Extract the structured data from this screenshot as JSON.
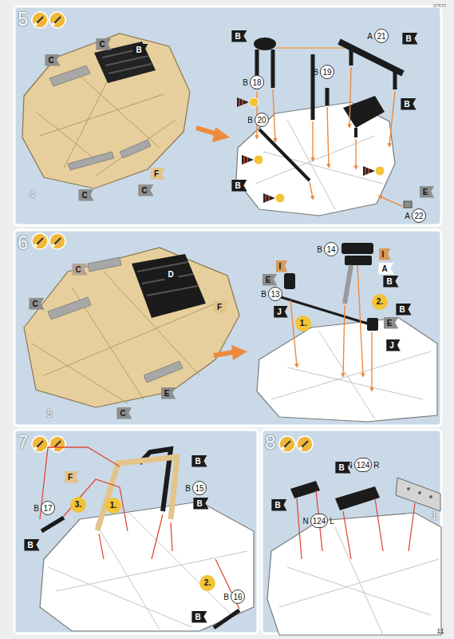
{
  "diagram": {
    "nodes": [
      {
        "text": [
          "5"
        ]
      },
      {
        "text": [
          "B",
          "18"
        ],
        "in": 0
      },
      {
        "text": [
          "B",
          "19"
        ],
        "in": 0
      },
      {
        "text": [
          "A",
          "21"
        ],
        "in": 0
      },
      {
        "text": [
          "B",
          "20"
        ],
        "in": 0
      },
      {
        "text": [
          "A",
          "22"
        ],
        "in": 0
      },
      {
        "text": [
          "6"
        ]
      },
      {
        "text": [
          "B",
          "14"
        ],
        "in": 6
      },
      {
        "text": [
          "B",
          "13"
        ],
        "in": 6
      },
      {
        "text": [
          "7"
        ]
      },
      {
        "text": [
          "B",
          "15"
        ],
        "in": 9
      },
      {
        "text": [
          "B",
          "17"
        ],
        "in": 9
      },
      {
        "text": [
          "B",
          "16"
        ],
        "in": 9
      },
      {
        "text": [
          "8"
        ]
      },
      {
        "text": [
          "N",
          "124",
          "R"
        ],
        "in": 13
      },
      {
        "text": [
          "N",
          "124",
          "L"
        ],
        "in": 13
      }
    ],
    "labels": [
      "07677",
      "C",
      "C",
      "B",
      "F",
      "C",
      "C",
      "4",
      "B",
      "B",
      "E",
      "B",
      "B",
      "C",
      "C",
      "D",
      "F",
      "E",
      "C",
      "5",
      "I",
      "A",
      "B",
      "I",
      "E",
      "J",
      "1.",
      "2.",
      "B",
      "E",
      "J",
      "3.",
      "1.",
      "F",
      "B",
      "B",
      "B",
      "2.",
      "B",
      "B",
      "B",
      "1",
      "11"
    ]
  }
}
